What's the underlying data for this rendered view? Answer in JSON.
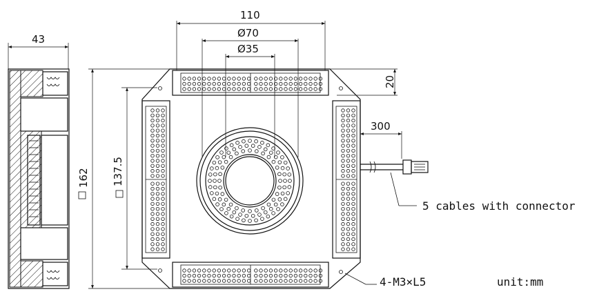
{
  "dimensions": {
    "side_depth": "43",
    "width_top": "110",
    "outer_ring_dia": "Ø70",
    "inner_ring_dia": "Ø35",
    "bar_height": "20",
    "cable_length": "300",
    "outer_square": "162",
    "inner_square": "137.5"
  },
  "annotations": {
    "cables": "5 cables with connector",
    "screws": "4-M3×L5",
    "unit": "unit:mm"
  }
}
